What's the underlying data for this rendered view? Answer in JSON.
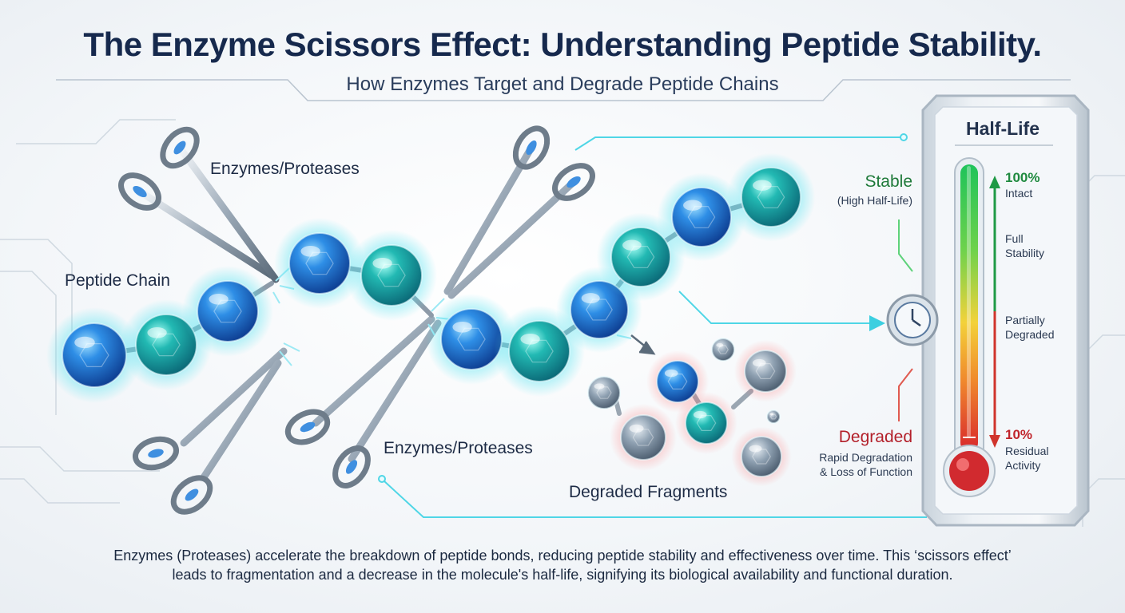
{
  "header": {
    "title": "The Enzyme Scissors Effect: Understanding Peptide Stability.",
    "subtitle": "How Enzymes Target and Degrade Peptide Chains"
  },
  "labels": {
    "enzymes_top": "Enzymes/Proteases",
    "enzymes_bottom": "Enzymes/Proteases",
    "peptide_chain": "Peptide Chain",
    "degraded_fragments": "Degraded Fragments"
  },
  "half_life_panel": {
    "title": "Half-Life",
    "stable_label": "Stable",
    "stable_sub": "(High Half-Life)",
    "degraded_label": "Degraded",
    "degraded_sub_1": "Rapid Degradation",
    "degraded_sub_2": "& Loss of Function",
    "top_value": "100%",
    "top_sub": "Intact",
    "mid_upper_1": "Full",
    "mid_upper_2": "Stability",
    "mid_lower_1": "Partially",
    "mid_lower_2": "Degraded",
    "bottom_value": "10%",
    "bottom_sub_1": "Residual",
    "bottom_sub_2": "Activity"
  },
  "colors": {
    "title": "#16294d",
    "stable": "#1f7a3a",
    "degraded": "#b3202a",
    "cyan_glow": "#38d5e6",
    "bead_blue": "#1f7ad8",
    "bead_teal": "#20b7b0"
  },
  "footer": {
    "line1": "Enzymes (Proteases) accelerate the breakdown of peptide bonds, reducing peptide stability and effectiveness over time. This ‘scissors effect’",
    "line2": "leads to fragmentation and a decrease in the molecule's half-life, signifying its biological availability and functional duration."
  }
}
